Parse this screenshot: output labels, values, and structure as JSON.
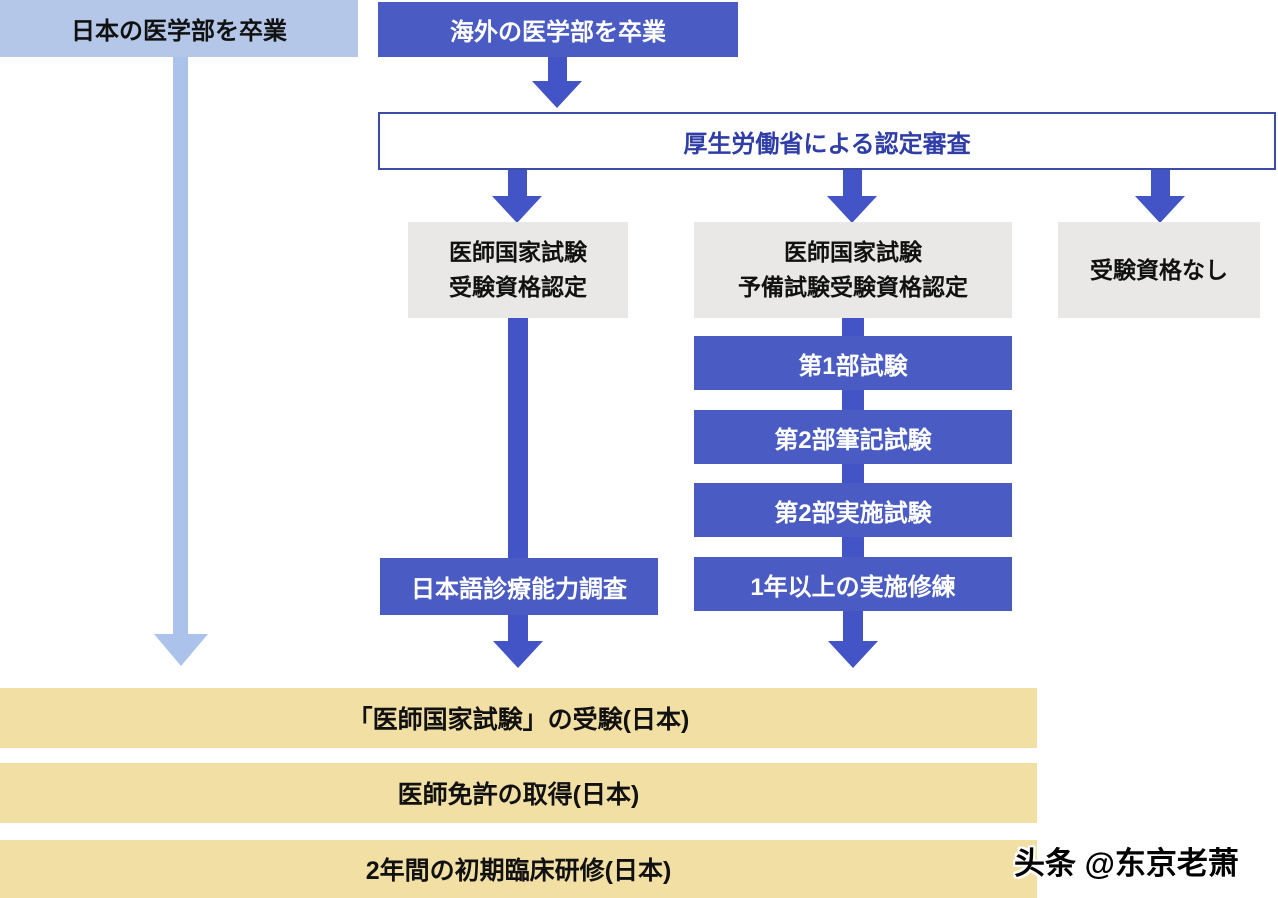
{
  "flowchart": {
    "start_japan": {
      "label": "日本の医学部を卒業"
    },
    "start_overseas": {
      "label": "海外の医学部を卒業"
    },
    "review": {
      "label": "厚生労働省による認定審査"
    },
    "eligibility_certified": {
      "line1": "医師国家試験",
      "line2": "受験資格認定"
    },
    "prelim_certified": {
      "line1": "医師国家試験",
      "line2": "予備試験受験資格認定"
    },
    "not_eligible": {
      "label": "受験資格なし"
    },
    "prelim_steps": [
      {
        "label": "第1部試験"
      },
      {
        "label": "第2部筆記試験"
      },
      {
        "label": "第2部実施試験"
      },
      {
        "label": "1年以上の実施修練"
      }
    ],
    "language_survey": {
      "label": "日本語診療能力調査"
    },
    "final_steps": [
      {
        "label": "「医師国家試験」の受験(日本)"
      },
      {
        "label": "医師免許の取得(日本)"
      },
      {
        "label": "2年間の初期臨床研修(日本)"
      }
    ]
  },
  "watermark": {
    "label": "头条 @东京老萧"
  },
  "colors": {
    "light_blue_box": "#b4c7e8",
    "light_blue_arrow": "#abc3ea",
    "blue_box": "#4a5cc3",
    "blue_arrow": "#4254c6",
    "review_border": "#3d4da5",
    "review_text": "#2f3da6",
    "gray_box": "#e9e8e6",
    "yellow_box": "#f2dfa4",
    "text_dark": "#111111",
    "text_white": "#ffffff"
  }
}
